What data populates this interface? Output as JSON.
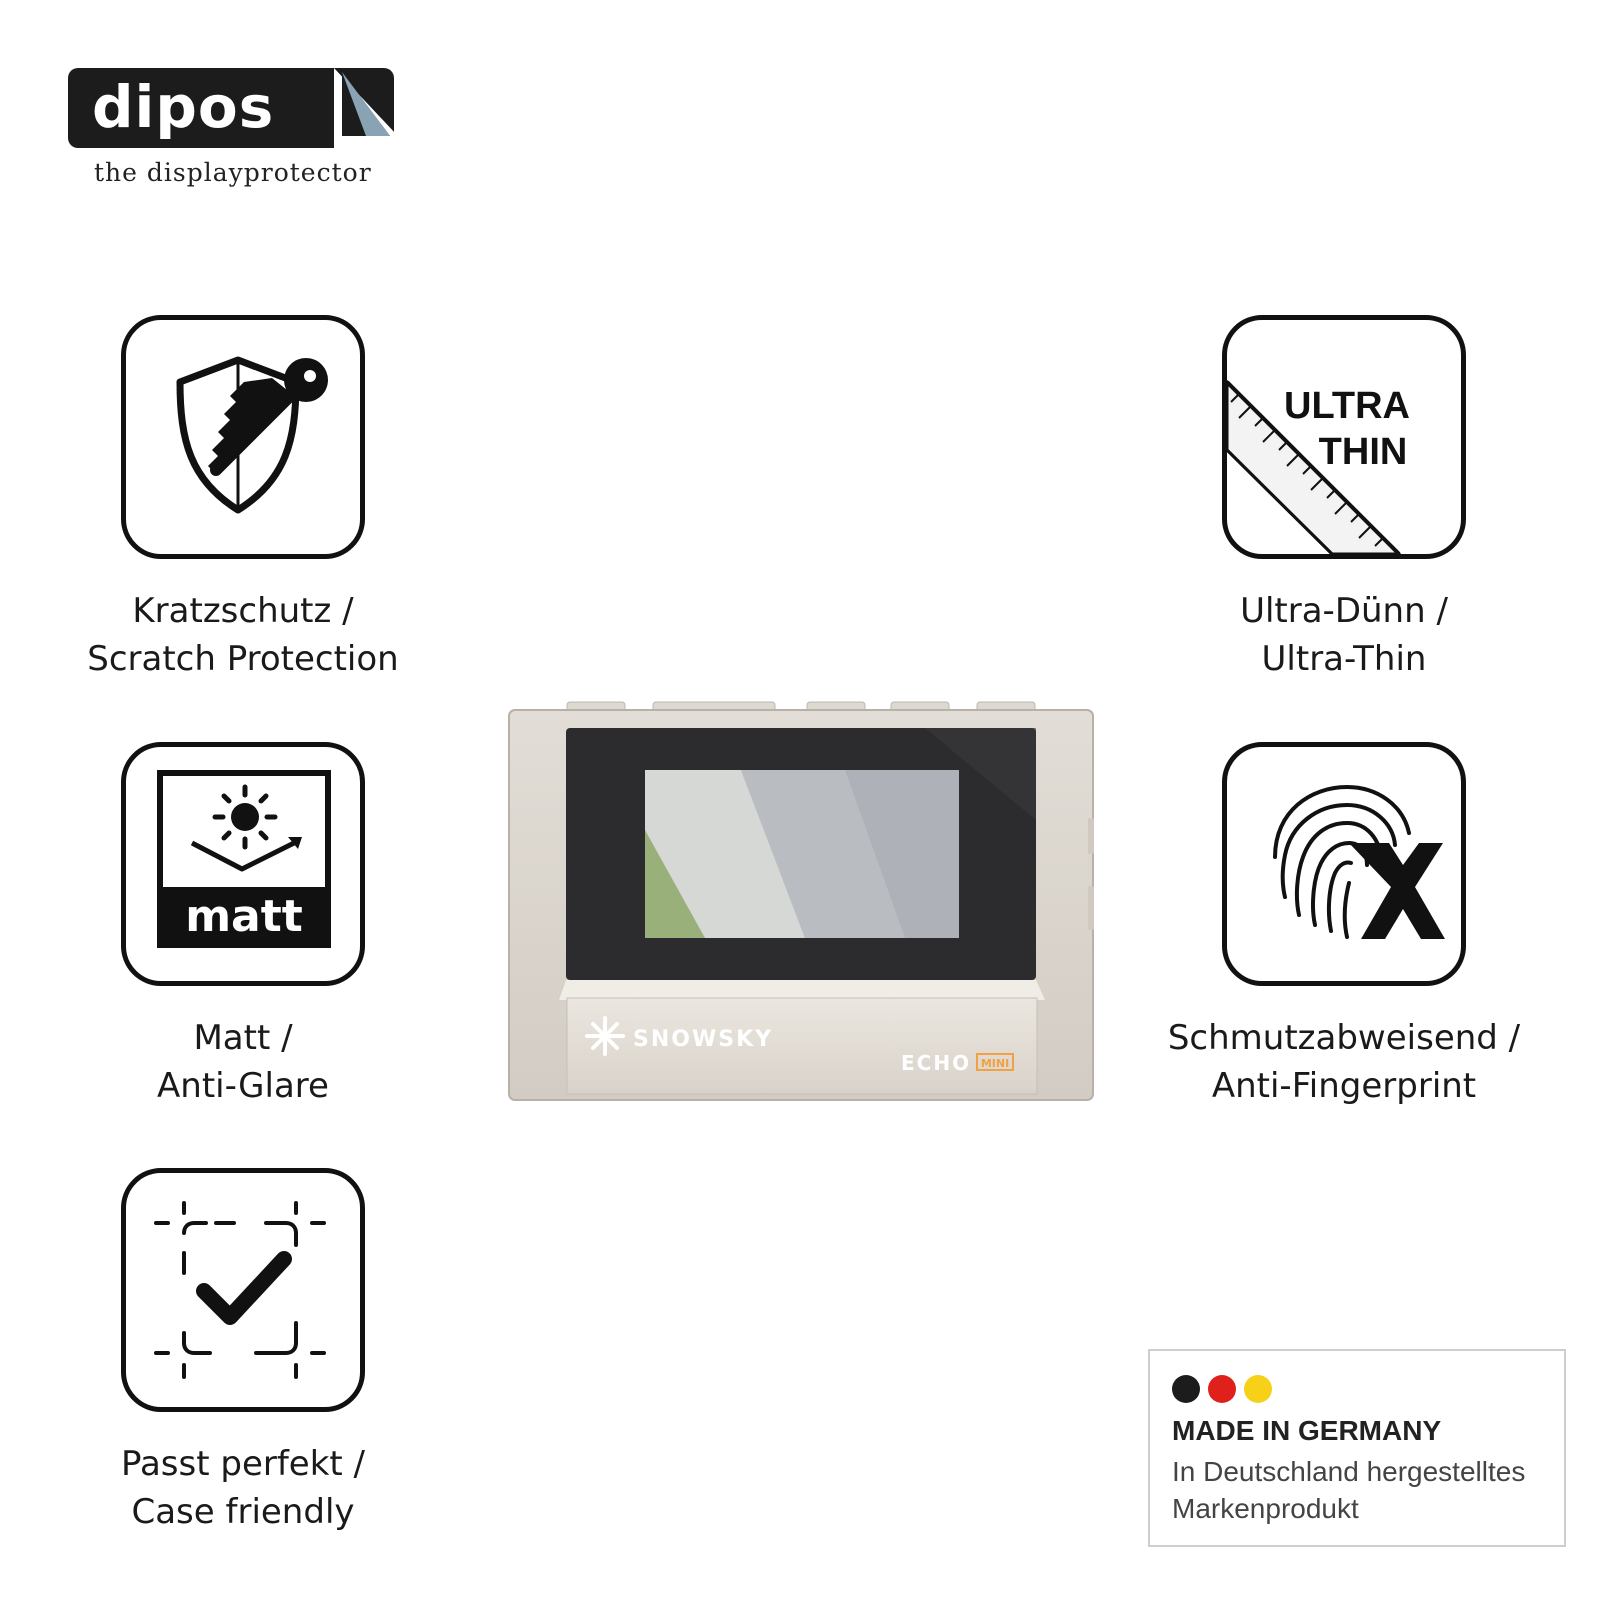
{
  "logo": {
    "wordmark": "dipos",
    "tagline": "the displayprotector"
  },
  "features": [
    {
      "icon": "shield-key-icon",
      "line1": "Kratzschutz /",
      "line2": "Scratch Protection"
    },
    {
      "icon": "ultra-thin-ruler-icon",
      "line1": "Ultra-Dünn /",
      "line2": "Ultra-Thin",
      "badge_line1": "ULTRA",
      "badge_line2": "THIN"
    },
    {
      "icon": "matt-sun-icon",
      "line1": "Matt /",
      "line2": "Anti-Glare",
      "badge": "matt"
    },
    {
      "icon": "fingerprint-x-icon",
      "line1": "Schmutzabweisend /",
      "line2": "Anti-Fingerprint"
    },
    {
      "icon": "case-friendly-check-icon",
      "line1": "Passt perfekt /",
      "line2": "Case friendly"
    }
  ],
  "device": {
    "brand": "SNOWSKY",
    "model": "ECHO",
    "model_badge": "MINI"
  },
  "made_in_germany": {
    "title": "MADE IN GERMANY",
    "subtitle": "In Deutschland hergestelltes Markenprodukt",
    "flag_colors": [
      "#1c1c1c",
      "#e0201b",
      "#f7d117"
    ]
  }
}
